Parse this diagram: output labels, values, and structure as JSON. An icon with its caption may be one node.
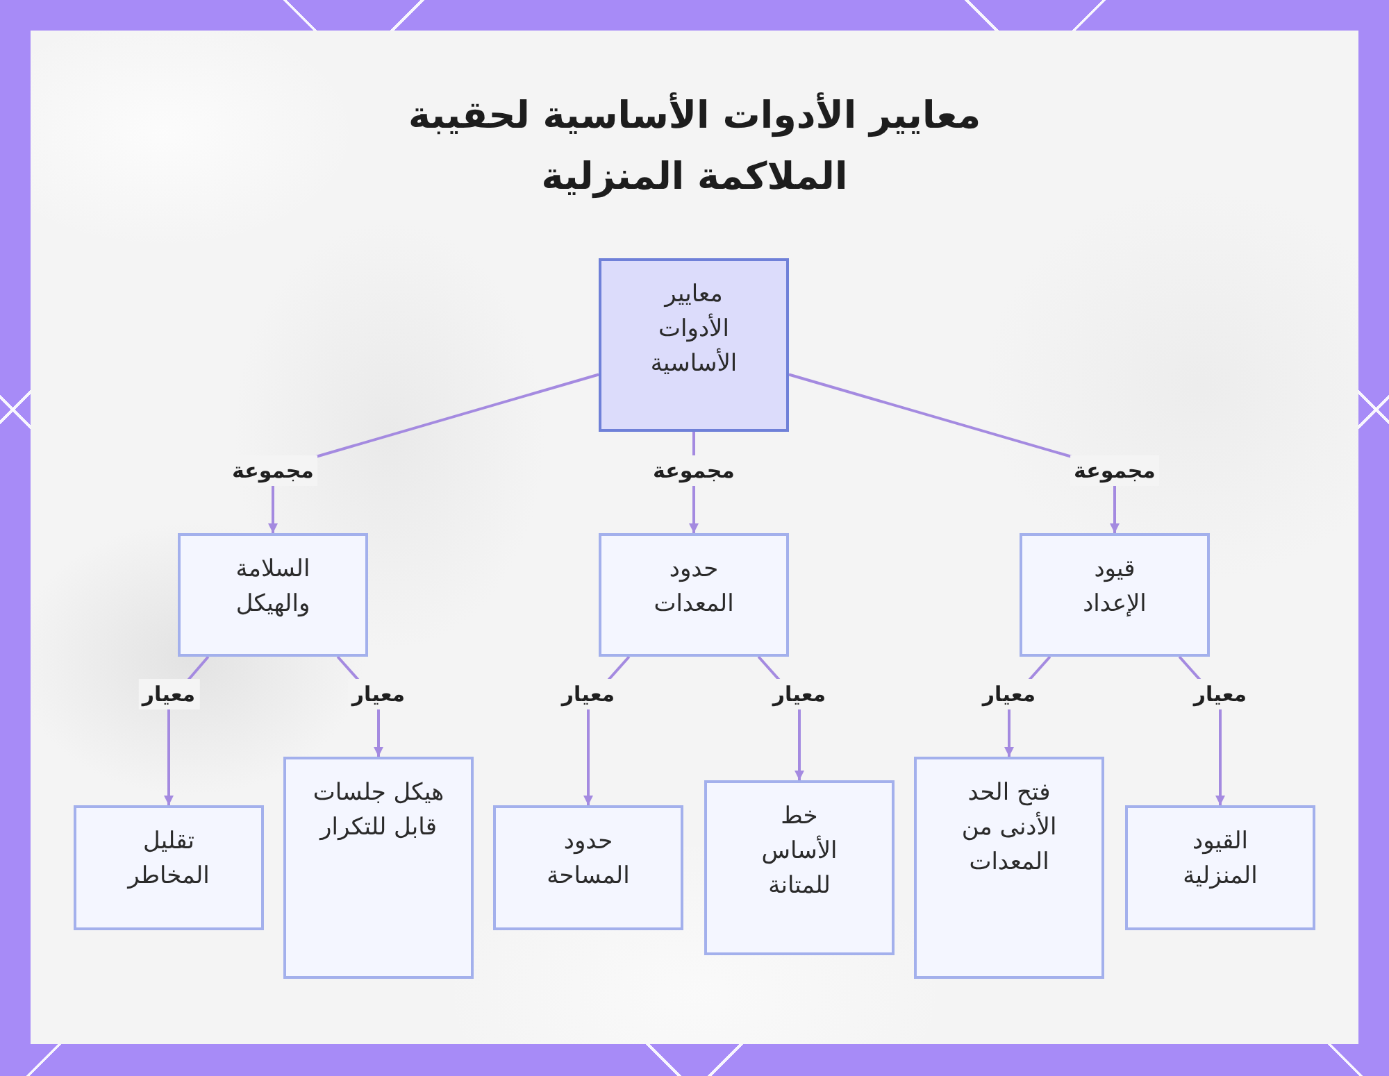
{
  "diagram": {
    "title": "معايير الأدوات الأساسية لحقيبة الملاكمة المنزلية",
    "nodes": [
      {
        "text": [
          "معايير الأدوات الأساسية"
        ]
      },
      {
        "text": [
          "السلامة والهيكل"
        ]
      },
      {
        "text": [
          "حدود المعدات"
        ]
      },
      {
        "text": [
          "قيود الإعداد"
        ]
      },
      {
        "text": [
          "تقليل المخاطر"
        ]
      },
      {
        "text": [
          "هيكل جلسات قابل للتكرار"
        ]
      },
      {
        "text": [
          "حدود المساحة"
        ]
      },
      {
        "text": [
          "خط الأساس للمتانة"
        ]
      },
      {
        "text": [
          "فتح الحد الأدنى من المعدات"
        ]
      },
      {
        "text": [
          "القيود المنزلية"
        ]
      }
    ],
    "edges": [
      {
        "from": 0,
        "to": 1,
        "arrow": "to",
        "label": "مجموعة"
      },
      {
        "from": 0,
        "to": 2,
        "arrow": "to",
        "label": "مجموعة"
      },
      {
        "from": 0,
        "to": 3,
        "arrow": "to",
        "label": "مجموعة"
      },
      {
        "from": 1,
        "to": 4,
        "arrow": "to",
        "label": "معيار"
      },
      {
        "from": 1,
        "to": 5,
        "arrow": "to",
        "label": "معيار"
      },
      {
        "from": 2,
        "to": 6,
        "arrow": "to",
        "label": "معيار"
      },
      {
        "from": 2,
        "to": 7,
        "arrow": "to",
        "label": "معيار"
      },
      {
        "from": 3,
        "to": 8,
        "arrow": "to",
        "label": "معيار"
      },
      {
        "from": 3,
        "to": 9,
        "arrow": "to",
        "label": "معيار"
      }
    ]
  }
}
